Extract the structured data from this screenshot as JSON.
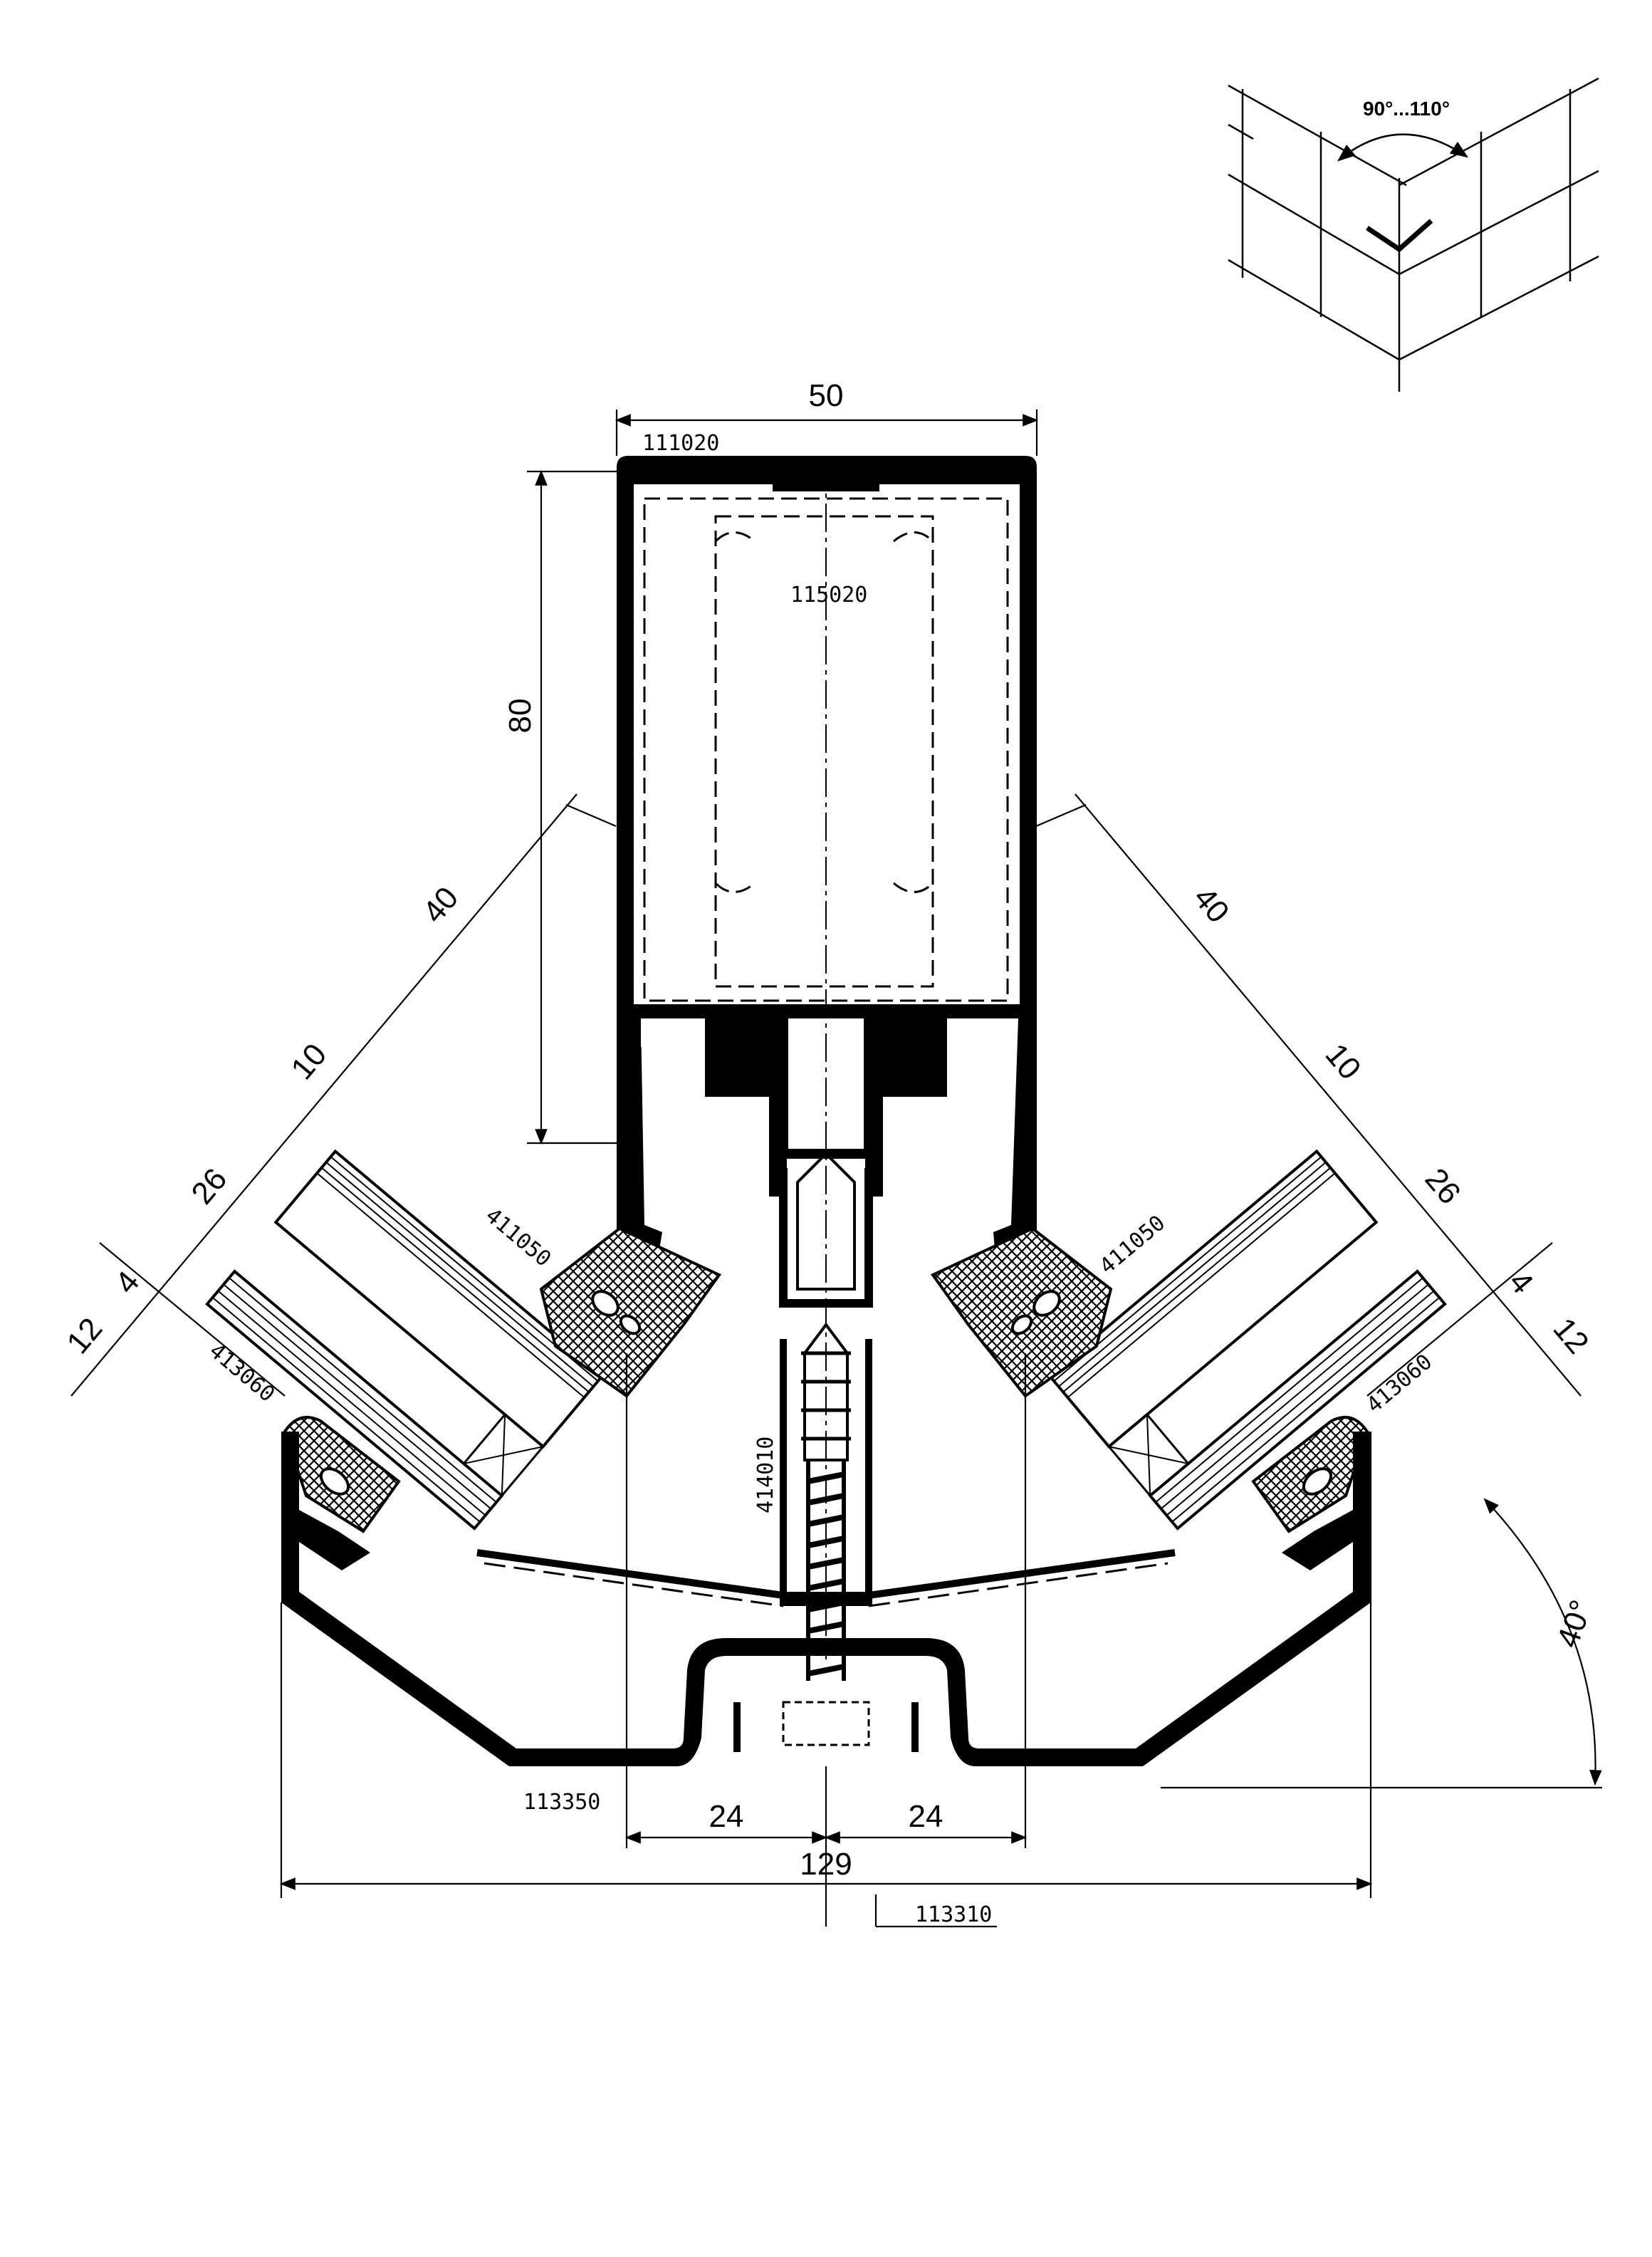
{
  "inset": {
    "angle_label": "90°...110°"
  },
  "dimensions": {
    "width_top": "50",
    "height_mullion": "80",
    "left_40": "40",
    "left_10": "10",
    "left_26": "26",
    "left_4": "4",
    "left_12": "12",
    "right_40": "40",
    "right_10": "10",
    "right_26": "26",
    "right_4": "4",
    "right_12": "12",
    "bottom_left_24": "24",
    "bottom_right_24": "24",
    "overall_129": "129",
    "angle_40": "40°"
  },
  "part_labels": {
    "mullion": "111020",
    "insert": "115020",
    "gasket_left": "411050",
    "gasket_right": "411050",
    "seal_left": "413060",
    "seal_right": "413060",
    "screw": "414010",
    "cover_left": "113350",
    "cover_bottom": "113310"
  },
  "colors": {
    "line": "#000000",
    "background": "#ffffff"
  }
}
